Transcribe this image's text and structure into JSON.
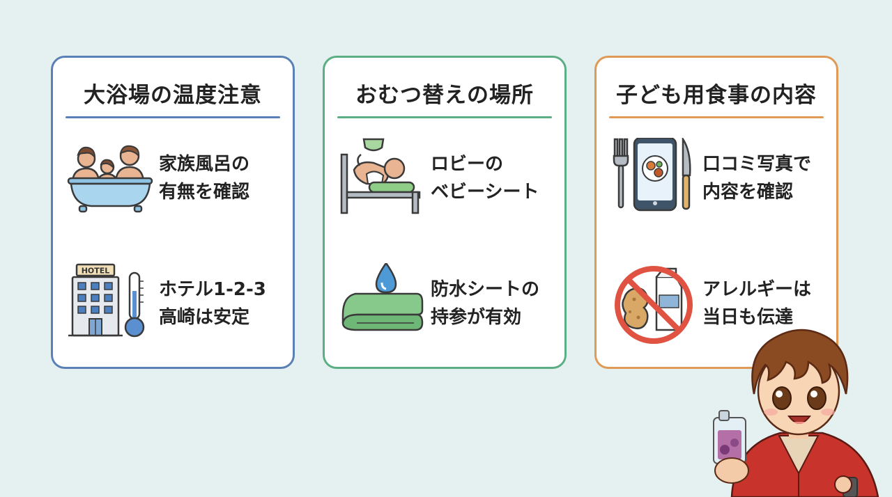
{
  "cards": [
    {
      "title": "大浴場の温度注意",
      "accent": "#5b80b5",
      "items": [
        {
          "icon": "family-bath-icon",
          "line1": "家族風呂の",
          "line2": "有無を確認"
        },
        {
          "icon": "hotel-thermometer-icon",
          "line1": "ホテル1-2-3",
          "line2": "高崎は安定",
          "icon_label": "HOTEL"
        }
      ]
    },
    {
      "title": "おむつ替えの場所",
      "accent": "#5cae84",
      "items": [
        {
          "icon": "baby-changing-table-icon",
          "line1": "ロビーの",
          "line2": "ベビーシート"
        },
        {
          "icon": "waterproof-sheet-icon",
          "line1": "防水シートの",
          "line2": "持参が有効"
        }
      ]
    },
    {
      "title": "子ども用食事の内容",
      "accent": "#df9a57",
      "items": [
        {
          "icon": "phone-food-photo-icon",
          "line1": "口コミ写真で",
          "line2": "内容を確認"
        },
        {
          "icon": "no-allergen-icon",
          "line1": "アレルギーは",
          "line2": "当日も伝達"
        }
      ]
    }
  ],
  "mascot": {
    "icon": "boy-mascot-icon"
  }
}
